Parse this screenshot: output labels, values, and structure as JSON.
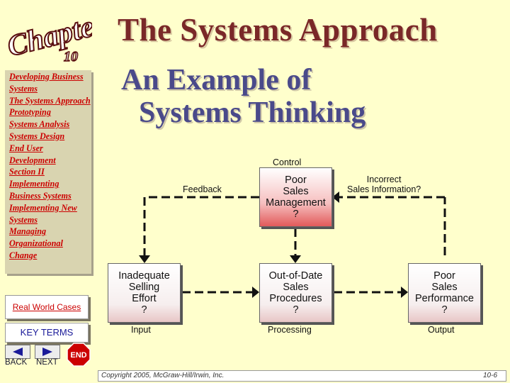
{
  "logo": {
    "word": "Chapter",
    "number": "10"
  },
  "sidebar": {
    "items": [
      "Developing Business Systems",
      "The Systems Approach",
      "Prototyping",
      "Systems Analysis",
      "Systems Design",
      "End User Development",
      "Section II",
      "Implementing Business Systems",
      "Implementing New Systems",
      "Managing Organizational Change"
    ],
    "real_world_cases": "Real World Cases",
    "key_terms": "KEY TERMS",
    "back": "BACK",
    "next": "NEXT",
    "end": "END"
  },
  "title": {
    "line1": "The Systems Approach",
    "line2": "An Example of",
    "line3": "Systems Thinking"
  },
  "diagram": {
    "control_label": "Control",
    "feedback_label": "Feedback",
    "incorrect_label": "Incorrect\nSales Information?",
    "mgmt_box": "Poor\nSales\nManagement\n?",
    "input_box": "Inadequate\nSelling\nEffort\n?",
    "process_box": "Out-of-Date\nSales\nProcedures\n?",
    "output_box": "Poor\nSales\nPerformance\n?",
    "input_label": "Input",
    "processing_label": "Processing",
    "output_label": "Output"
  },
  "footer": {
    "copyright": "Copyright 2005, McGraw-Hill/Irwin, Inc.",
    "page": "10-6"
  },
  "colors": {
    "title_red": "#7a2828",
    "title_blue": "#4a4a8a",
    "link_red": "#cc0000",
    "mgmt_red": "#e25a5a"
  }
}
